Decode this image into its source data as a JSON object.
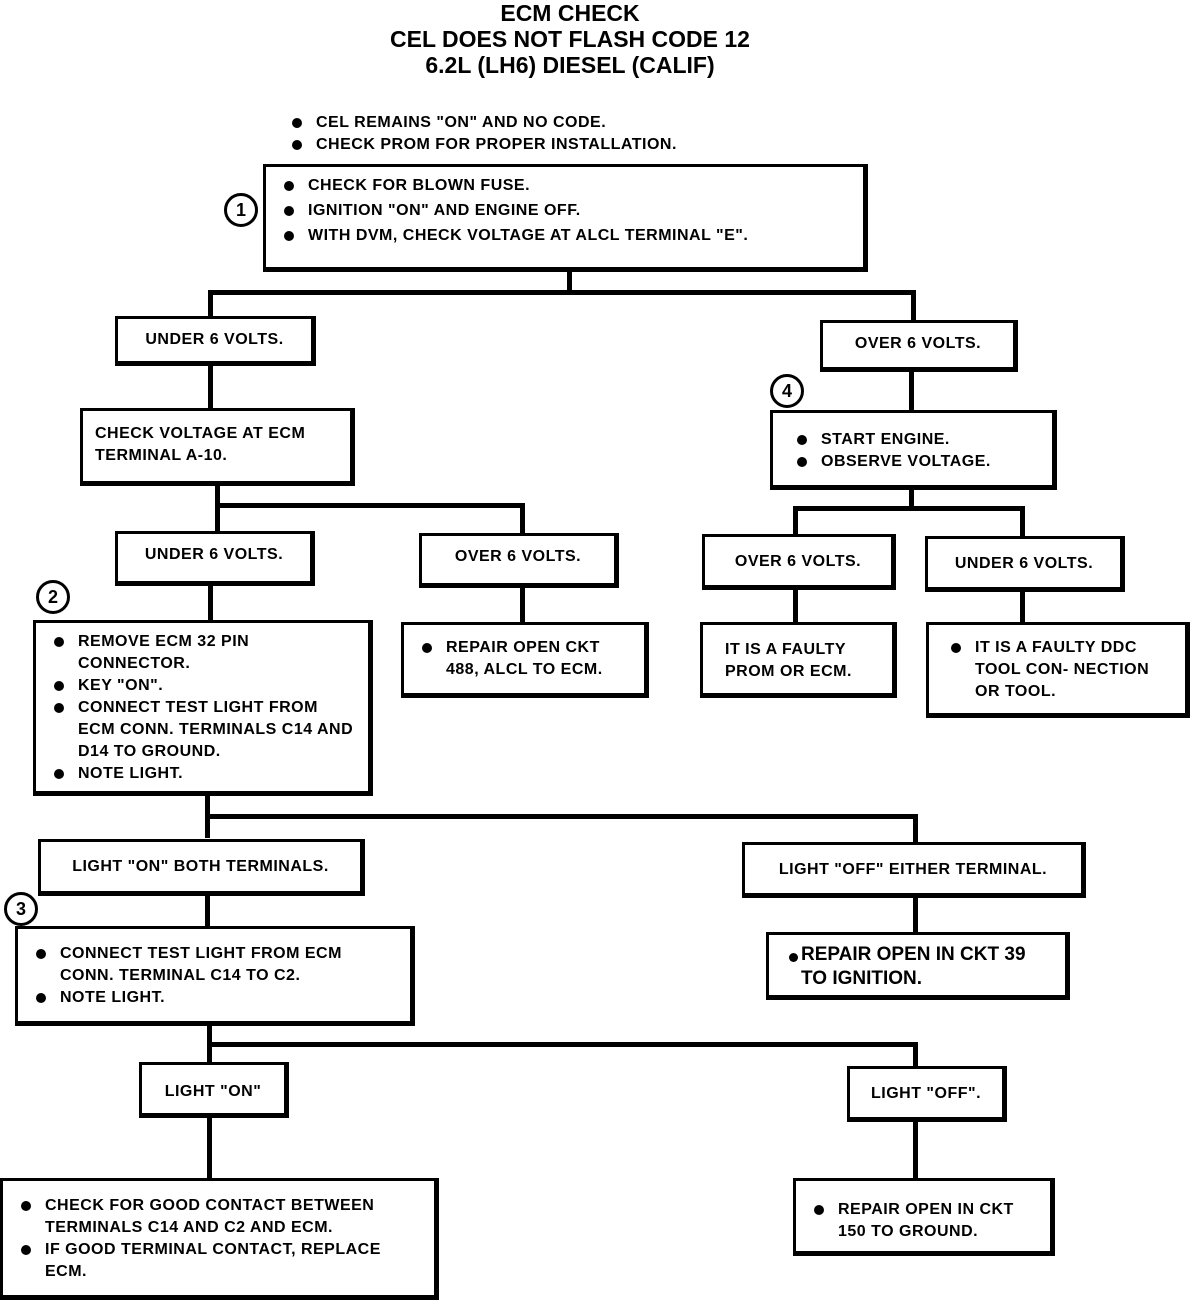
{
  "title": {
    "line1": "ECM CHECK",
    "line2": "CEL DOES NOT FLASH CODE 12",
    "line3": "6.2L (LH6) DIESEL (CALIF)"
  },
  "intro": [
    "CEL REMAINS \"ON\" AND NO CODE.",
    "CHECK PROM FOR PROPER INSTALLATION."
  ],
  "steps": {
    "step1": {
      "number": "1",
      "items": [
        "CHECK FOR BLOWN FUSE.",
        "IGNITION \"ON\" AND ENGINE OFF.",
        "WITH DVM, CHECK VOLTAGE AT ALCL TERMINAL \"E\"."
      ]
    },
    "under6_a": "UNDER 6 VOLTS.",
    "over6_a": "OVER 6 VOLTS.",
    "check_ecm": "CHECK VOLTAGE AT ECM TERMINAL A-10.",
    "under6_b": "UNDER 6 VOLTS.",
    "over6_b": "OVER 6 VOLTS.",
    "repair_488": "REPAIR OPEN CKT 488, ALCL TO ECM.",
    "step2": {
      "number": "2",
      "items": [
        "REMOVE ECM 32 PIN CONNECTOR.",
        "KEY \"ON\".",
        "CONNECT TEST LIGHT FROM ECM CONN. TERMINALS C14 AND D14 TO GROUND.",
        "NOTE LIGHT."
      ]
    },
    "light_on_both": "LIGHT \"ON\" BOTH TERMINALS.",
    "light_off_either": "LIGHT \"OFF\" EITHER TERMINAL.",
    "repair_39": "REPAIR OPEN IN CKT 39 TO IGNITION.",
    "step3": {
      "number": "3",
      "items": [
        "CONNECT TEST LIGHT FROM ECM CONN. TERMINAL C14 TO C2.",
        "NOTE LIGHT."
      ]
    },
    "light_on": "LIGHT \"ON\"",
    "light_off": "LIGHT \"OFF\".",
    "final_on": [
      "CHECK FOR GOOD CONTACT BETWEEN TERMINALS C14 AND C2 AND ECM.",
      "IF GOOD TERMINAL CONTACT, REPLACE ECM."
    ],
    "repair_150": "REPAIR OPEN IN CKT 150 TO GROUND.",
    "step4": {
      "number": "4",
      "items": [
        "START ENGINE.",
        "OBSERVE VOLTAGE."
      ]
    },
    "over6_c": "OVER 6 VOLTS.",
    "under6_c": "UNDER 6 VOLTS.",
    "faulty_prom": "IT IS A FAULTY PROM OR ECM.",
    "faulty_ddc": "IT IS A FAULTY DDC TOOL CON- NECTION OR TOOL."
  }
}
